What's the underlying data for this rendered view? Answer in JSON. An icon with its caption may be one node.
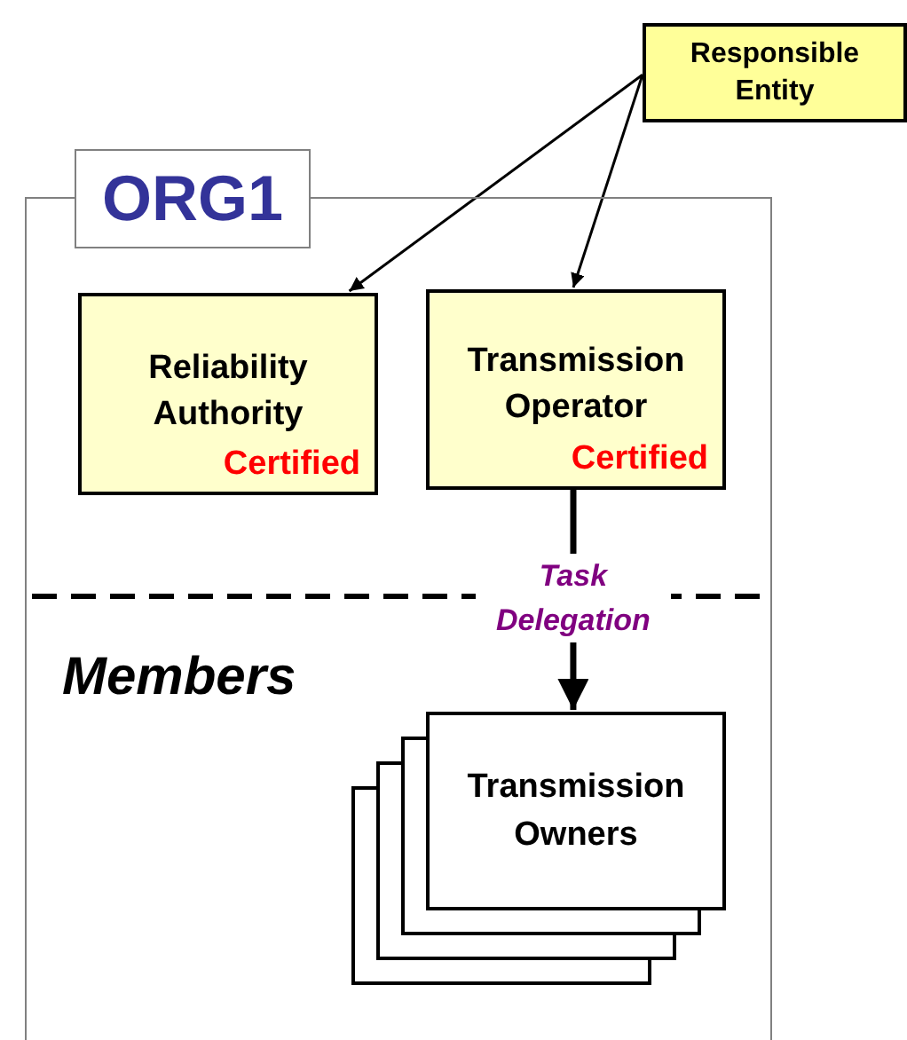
{
  "diagram": {
    "nodes": [
      {
        "text": [
          "Responsible Entity"
        ]
      },
      {
        "text": [
          "ORG1"
        ]
      },
      {
        "text": [
          "Reliability Authority",
          "Certified"
        ],
        "in": 1
      },
      {
        "text": [
          "Transmission Operator",
          "Certified"
        ],
        "in": 1
      },
      {
        "text": [
          "Transmission Owners"
        ],
        "in": 1
      }
    ],
    "edges": [
      {
        "from": 0,
        "to": 2,
        "arrow": "to"
      },
      {
        "from": 0,
        "to": 3,
        "arrow": "to"
      },
      {
        "from": 3,
        "to": 4,
        "arrow": "to",
        "label": "Task Delegation",
        "style": "thick"
      }
    ],
    "labels": [
      "Members"
    ]
  }
}
